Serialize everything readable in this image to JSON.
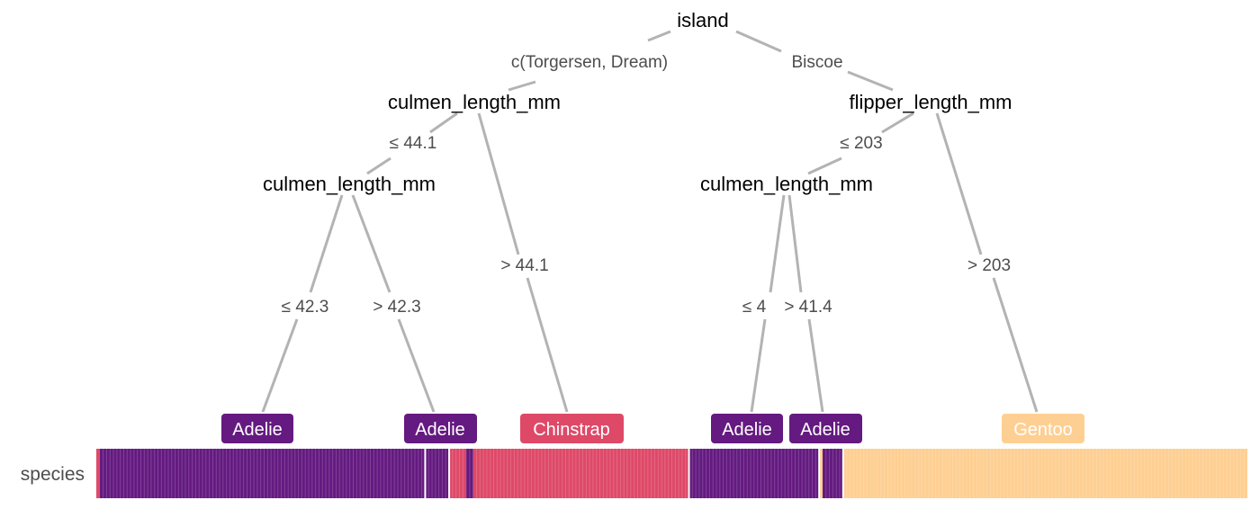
{
  "colors": {
    "Adelie": "#641a80",
    "Chinstrap": "#de4968",
    "Gentoo": "#fecf92",
    "edge": "#b3b3b3"
  },
  "tree": {
    "root": "island",
    "n_culmen_left": "culmen_length_mm",
    "n_flipper": "flipper_length_mm",
    "n_culmen_left2": "culmen_length_mm",
    "n_culmen_right2": "culmen_length_mm"
  },
  "edges": {
    "root_left": "c(Torgersen, Dream)",
    "root_right": "Biscoe",
    "cl_le": "≤ 44.1",
    "cl_gt": "> 44.1",
    "fl_le": "≤ 203",
    "fl_gt": "> 203",
    "cl2_le": "≤ 42.3",
    "cl2_gt": "> 42.3",
    "cr2_le": "≤ 4",
    "cr2_gt": "> 41.4"
  },
  "leaves": {
    "l1": "Adelie",
    "l2": "Adelie",
    "l3": "Chinstrap",
    "l4": "Adelie",
    "l5": "Adelie",
    "l6": "Gentoo"
  },
  "bar": {
    "label": "species",
    "segments": [
      {
        "species": "Chinstrap",
        "count": 1
      },
      {
        "species": "Adelie",
        "count": 95
      },
      {
        "species": "Adelie",
        "count": 7
      },
      {
        "species": "Chinstrap",
        "count": 5
      },
      {
        "species": "Adelie",
        "count": 2
      },
      {
        "species": "Chinstrap",
        "count": 63
      },
      {
        "species": "Adelie",
        "count": 38
      },
      {
        "species": "Gentoo",
        "count": 1
      },
      {
        "species": "Adelie",
        "count": 6
      },
      {
        "species": "Gentoo",
        "count": 118
      }
    ]
  }
}
